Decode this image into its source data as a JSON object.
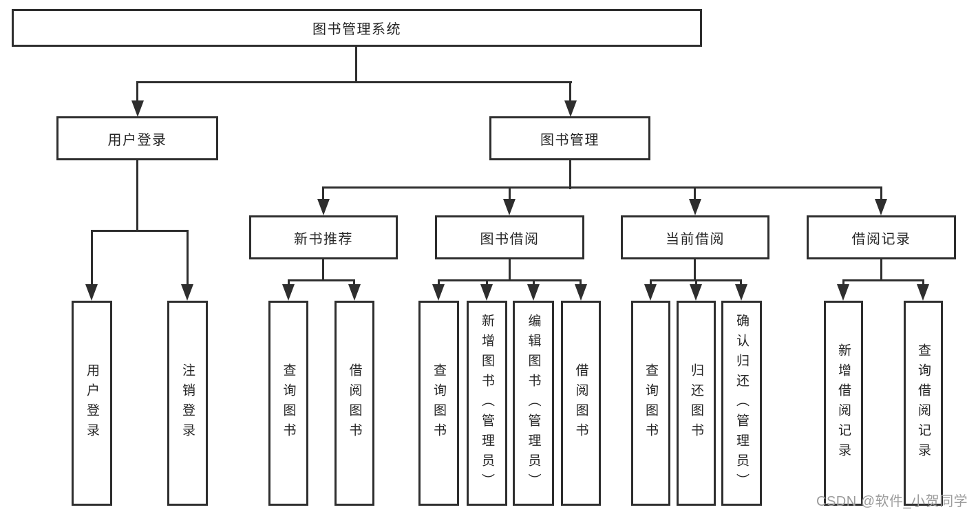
{
  "diagram": {
    "type": "tree",
    "root": "图书管理系统",
    "children": [
      {
        "label": "用户登录",
        "children": [
          {
            "label": "用户登录"
          },
          {
            "label": "注销登录"
          }
        ]
      },
      {
        "label": "图书管理",
        "children": [
          {
            "label": "新书推荐",
            "children": [
              {
                "label": "查询图书"
              },
              {
                "label": "借阅图书"
              }
            ]
          },
          {
            "label": "图书借阅",
            "children": [
              {
                "label": "查询图书"
              },
              {
                "label": "新增图书（管理员）"
              },
              {
                "label": "编辑图书（管理员）"
              },
              {
                "label": "借阅图书"
              }
            ]
          },
          {
            "label": "当前借阅",
            "children": [
              {
                "label": "查询图书"
              },
              {
                "label": "归还图书"
              },
              {
                "label": "确认归还（管理员）"
              }
            ]
          },
          {
            "label": "借阅记录",
            "children": [
              {
                "label": "新增借阅记录"
              },
              {
                "label": "查询借阅记录"
              }
            ]
          }
        ]
      }
    ]
  },
  "watermark": "CSDN @软件_小贺同学",
  "colors": {
    "line": "#2e2e2e",
    "text": "#262626",
    "watermark": "#9c9c9c",
    "background": "#ffffff"
  }
}
